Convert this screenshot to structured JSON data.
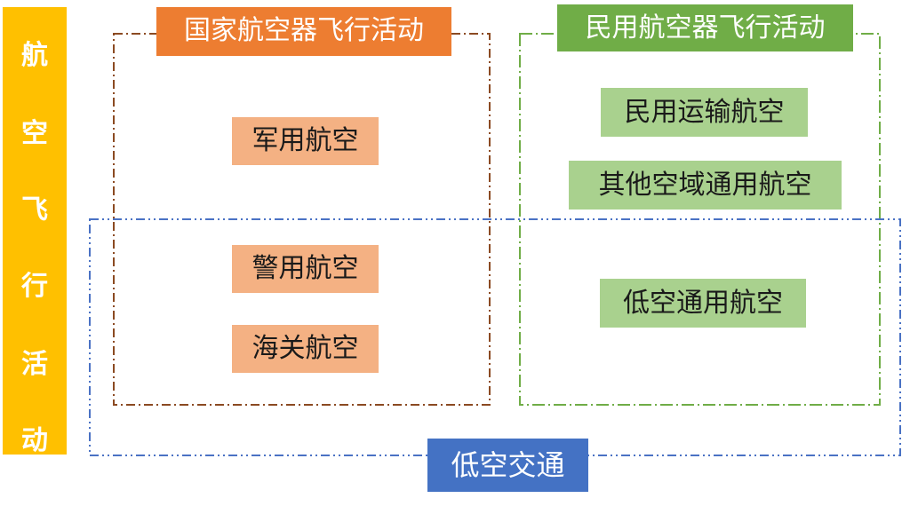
{
  "side_label": [
    "航",
    "空",
    "飞",
    "行",
    "活",
    "动"
  ],
  "groups": {
    "national": {
      "title": "国家航空器飞行活动",
      "color": "#ed7d31"
    },
    "civil": {
      "title": "民用航空器飞行活动",
      "color": "#70ad47"
    },
    "low_altitude": {
      "title": "低空交通",
      "color": "#4472c4"
    }
  },
  "items": {
    "military": "军用航空",
    "police": "警用航空",
    "customs": "海关航空",
    "civil_transport": "民用运输航空",
    "other_airspace_general": "其他空域通用航空",
    "low_altitude_general": "低空通用航空"
  },
  "colors": {
    "side_bar": "#ffc000",
    "national_item_fill": "#f4b183",
    "civil_item_fill": "#a9d18e"
  }
}
